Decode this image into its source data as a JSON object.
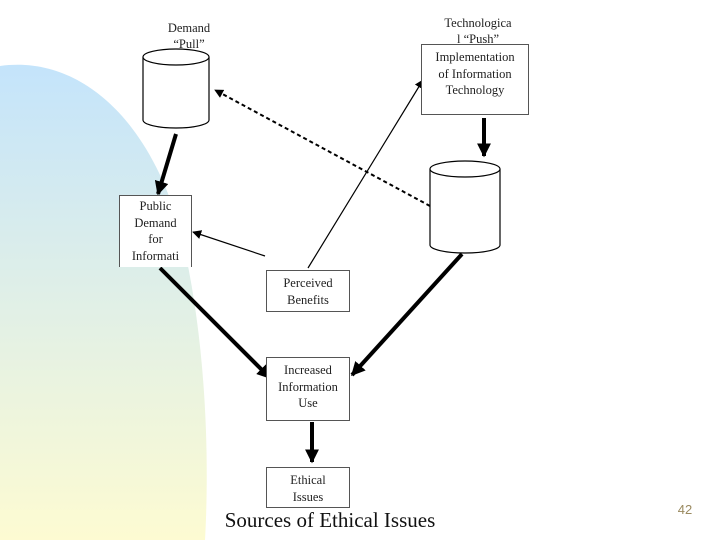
{
  "diagram": {
    "demand_pull_label": "Demand\n“Pull”",
    "tech_push_label": "Technologica\nl “Push”",
    "implementation_box": "Implementation\nof Information\nTechnology",
    "public_demand_box": "Public\nDemand\nfor\nInformati\non",
    "perceived_benefits_box": "Perceived\nBenefits",
    "increased_use_box": "Increased\nInformation\nUse",
    "ethical_issues_box": "Ethical\nIssues"
  },
  "slide": {
    "title": "Sources of Ethical Issues",
    "page_number": "42"
  },
  "colors": {
    "gradient_top": "#c4e4fb",
    "gradient_bottom": "#fdfbd2",
    "page_number": "#9a8a60"
  }
}
